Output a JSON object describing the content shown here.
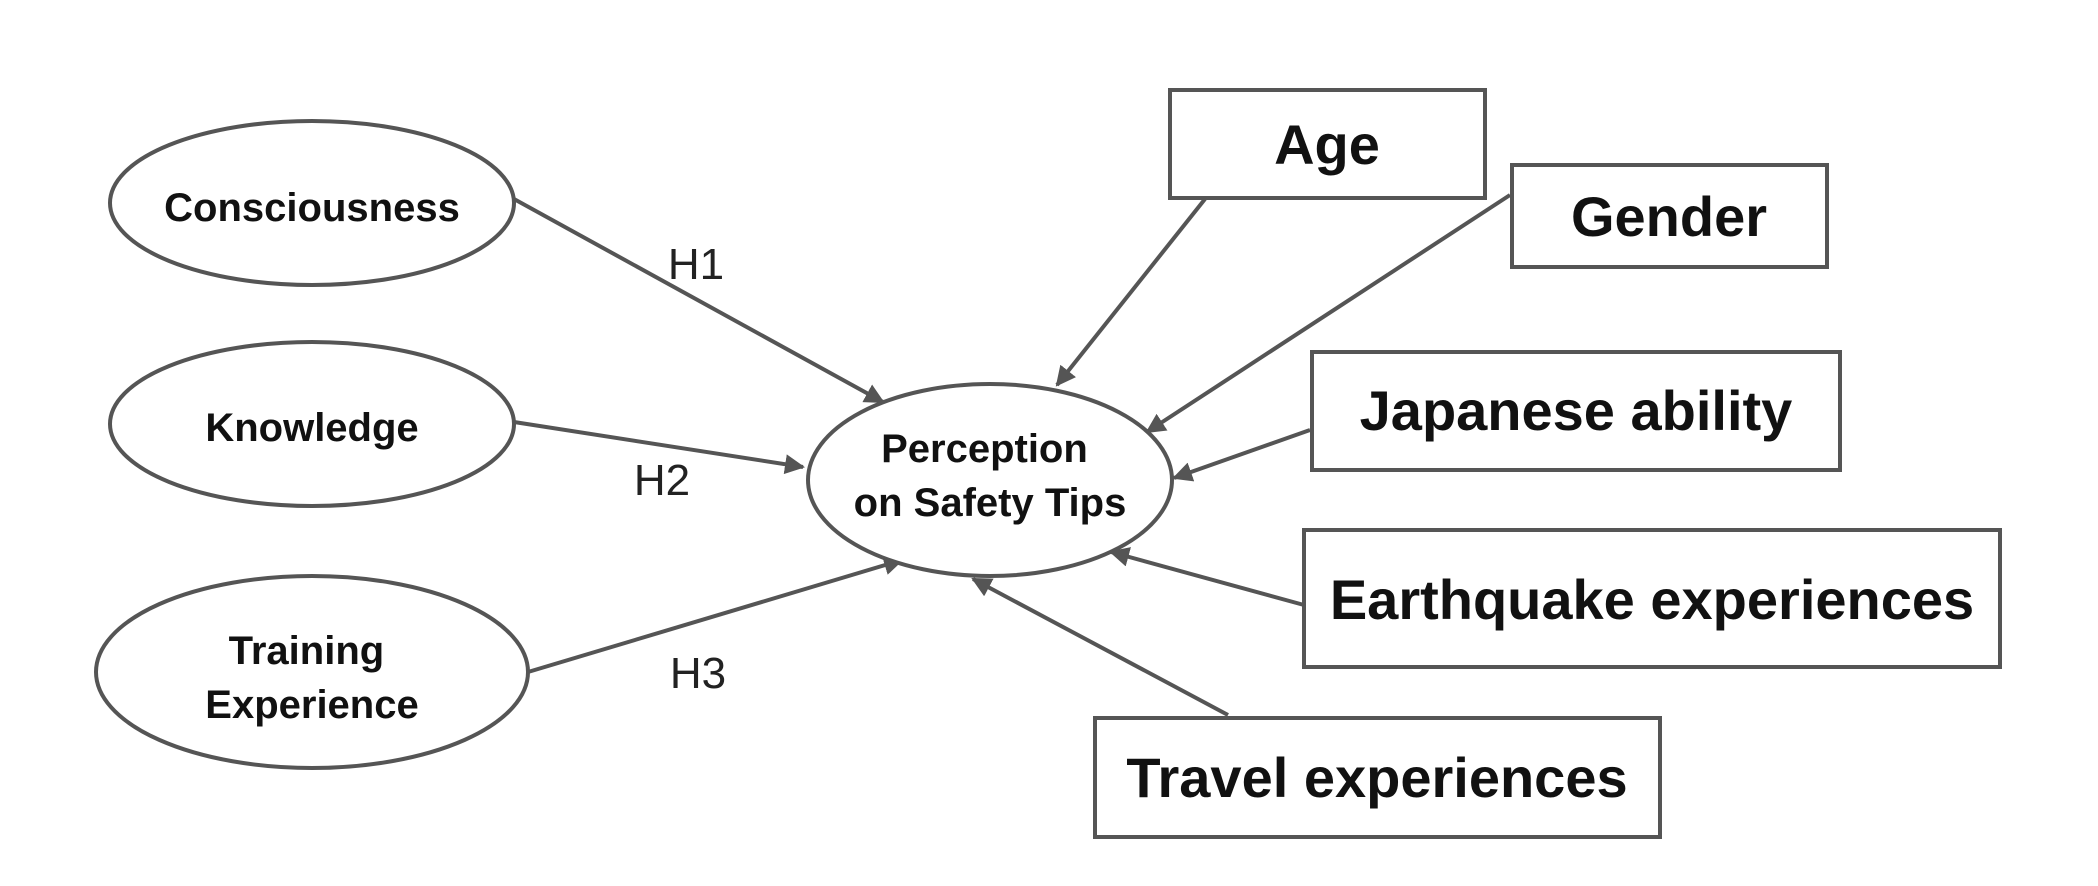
{
  "independent_variables": [
    {
      "id": "consciousness",
      "label_lines": [
        "Consciousness"
      ]
    },
    {
      "id": "knowledge",
      "label_lines": [
        "Knowledge"
      ]
    },
    {
      "id": "training",
      "label_lines": [
        "Training",
        "Experience"
      ]
    }
  ],
  "dependent_variable": {
    "id": "perception",
    "label_lines": [
      "Perception",
      "on Safety Tips"
    ]
  },
  "control_variables": [
    {
      "id": "age",
      "label": "Age"
    },
    {
      "id": "gender",
      "label": "Gender"
    },
    {
      "id": "japanese",
      "label": "Japanese ability"
    },
    {
      "id": "earthquake",
      "label": "Earthquake experiences"
    },
    {
      "id": "travel",
      "label": "Travel experiences"
    }
  ],
  "hypotheses": [
    {
      "id": "h1",
      "label": "H1",
      "from": "consciousness",
      "to": "perception"
    },
    {
      "id": "h2",
      "label": "H2",
      "from": "knowledge",
      "to": "perception"
    },
    {
      "id": "h3",
      "label": "H3",
      "from": "training",
      "to": "perception"
    }
  ],
  "control_links": [
    {
      "from": "age",
      "to": "perception"
    },
    {
      "from": "gender",
      "to": "perception"
    },
    {
      "from": "japanese",
      "to": "perception"
    },
    {
      "from": "earthquake",
      "to": "perception"
    },
    {
      "from": "travel",
      "to": "perception"
    }
  ],
  "colors": {
    "stroke": "#555555",
    "text": "#111111",
    "background": "#ffffff"
  }
}
